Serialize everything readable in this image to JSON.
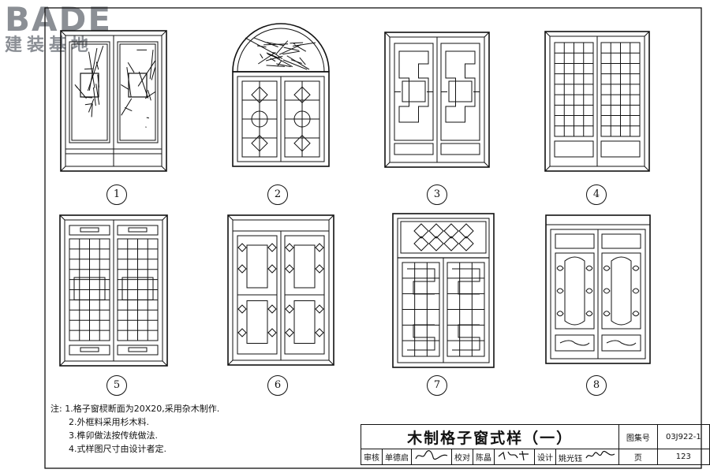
{
  "watermark": {
    "brand": "BADE",
    "subtitle": "建装基地"
  },
  "windows": [
    {
      "label": "1"
    },
    {
      "label": "2"
    },
    {
      "label": "3"
    },
    {
      "label": "4"
    },
    {
      "label": "5"
    },
    {
      "label": "6"
    },
    {
      "label": "7"
    },
    {
      "label": "8"
    }
  ],
  "notes": {
    "heading": "注:",
    "items": [
      "1.格子窗棂断面为20X20,采用杂木制作.",
      "2.外框料采用杉木料.",
      "3.榫卯做法按传统做法.",
      "4.式样图尺寸由设计者定."
    ]
  },
  "title_block": {
    "title": "木制格子窗式样（一）",
    "atlas_label": "图集号",
    "atlas_no": "03J922-1",
    "review_label": "审核",
    "reviewer": "单德启",
    "reviewer_sig": "单德启",
    "check_label": "校对",
    "checker": "陈晶",
    "checker_sig": "陈晶",
    "design_label": "设计",
    "designer": "姚光钰",
    "designer_sig": "姚光钰",
    "page_label": "页",
    "page_no": "123"
  },
  "colors": {
    "ink": "#111111",
    "watermark": "#8b8f95",
    "paper": "#ffffff"
  }
}
